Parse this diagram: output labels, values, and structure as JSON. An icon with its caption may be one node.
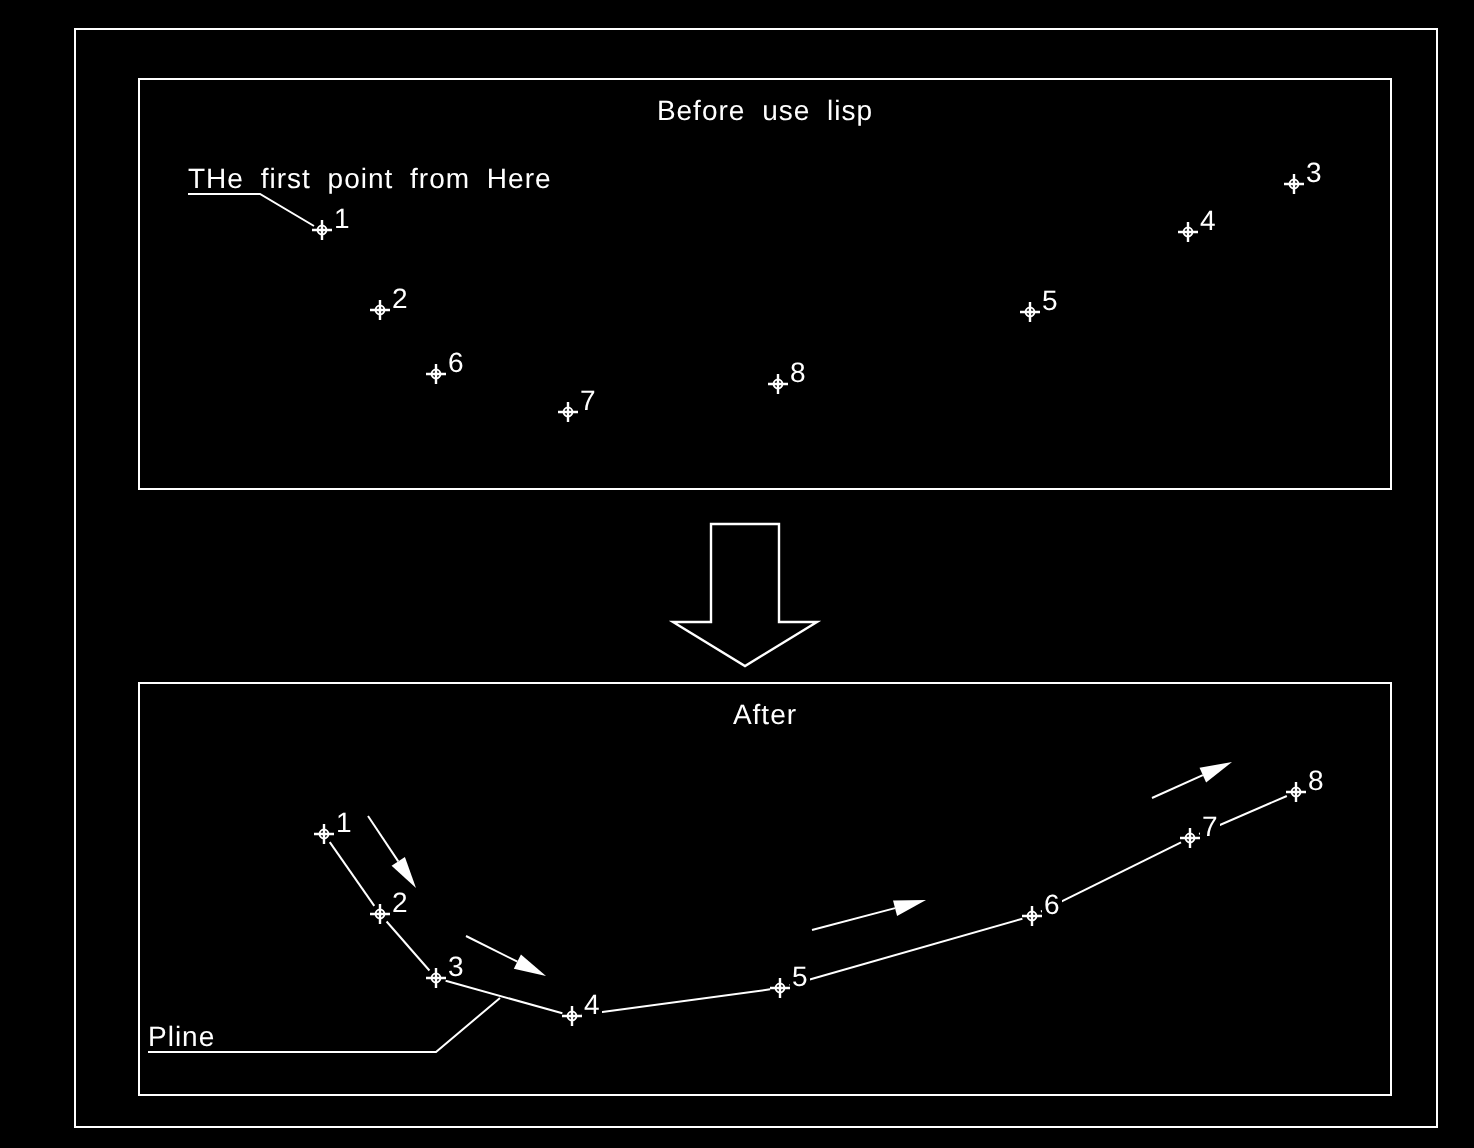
{
  "diagram": {
    "nodes": [
      {
        "text": [
          "Before use lisp"
        ]
      },
      {
        "text": [
          "THe first point from Here"
        ],
        "in": 0
      },
      {
        "text": [
          "1"
        ],
        "in": 0
      },
      {
        "text": [
          "2"
        ],
        "in": 0
      },
      {
        "text": [
          "6"
        ],
        "in": 0
      },
      {
        "text": [
          "7"
        ],
        "in": 0
      },
      {
        "text": [
          "8"
        ],
        "in": 0
      },
      {
        "text": [
          "5"
        ],
        "in": 0
      },
      {
        "text": [
          "4"
        ],
        "in": 0
      },
      {
        "text": [
          "3"
        ],
        "in": 0
      },
      {
        "text": [
          "After"
        ]
      },
      {
        "text": [
          "Pline"
        ],
        "in": 10
      },
      {
        "text": [
          "1"
        ],
        "in": 10
      },
      {
        "text": [
          "2"
        ],
        "in": 10
      },
      {
        "text": [
          "3"
        ],
        "in": 10
      },
      {
        "text": [
          "4"
        ],
        "in": 10
      },
      {
        "text": [
          "5"
        ],
        "in": 10
      },
      {
        "text": [
          "6"
        ],
        "in": 10
      },
      {
        "text": [
          "7"
        ],
        "in": 10
      },
      {
        "text": [
          "8"
        ],
        "in": 10
      }
    ],
    "edges": [
      {
        "from": 1,
        "to": 2,
        "arrow": "none"
      },
      {
        "from": 0,
        "to": 10,
        "arrow": "to"
      },
      {
        "from": 12,
        "to": 13,
        "arrow": "none"
      },
      {
        "from": 13,
        "to": 14,
        "arrow": "none"
      },
      {
        "from": 14,
        "to": 15,
        "arrow": "none"
      },
      {
        "from": 15,
        "to": 16,
        "arrow": "none"
      },
      {
        "from": 16,
        "to": 17,
        "arrow": "none"
      },
      {
        "from": 17,
        "to": 18,
        "arrow": "none"
      },
      {
        "from": 18,
        "to": 19,
        "arrow": "none"
      },
      {
        "from": 11,
        "to": null,
        "arrow": "none"
      }
    ]
  }
}
